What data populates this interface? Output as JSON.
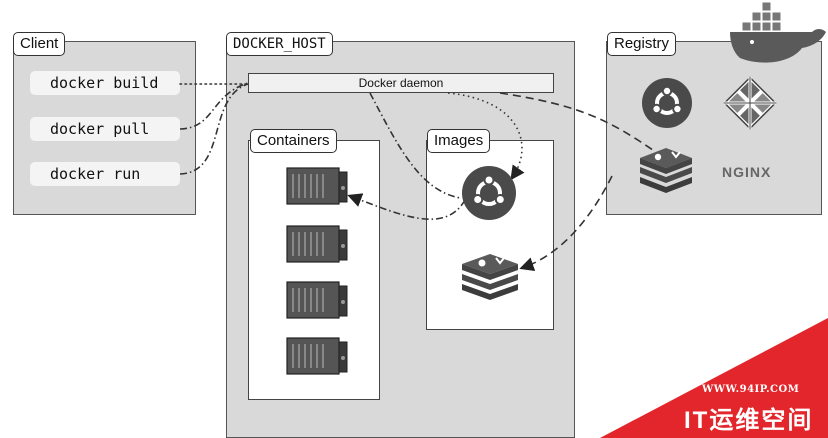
{
  "client": {
    "title": "Client",
    "commands": [
      "docker build",
      "docker pull",
      "docker run"
    ]
  },
  "docker_host": {
    "title": "DOCKER_HOST",
    "daemon_label": "Docker daemon",
    "containers_title": "Containers",
    "images_title": "Images"
  },
  "registry": {
    "title": "Registry",
    "nginx_label": "NGINX"
  },
  "watermark": {
    "url": "WWW.94IP.COM",
    "name": "IT运维空间",
    "color": "#e3262b"
  },
  "colors": {
    "panel_bg": "#d9d9d9",
    "dark_icon": "#4a4a4a",
    "docker_whale": "#5a5a5a"
  },
  "icons": [
    "ubuntu-icon",
    "centos-icon",
    "redis-icon",
    "container-icon",
    "docker-whale-icon"
  ]
}
